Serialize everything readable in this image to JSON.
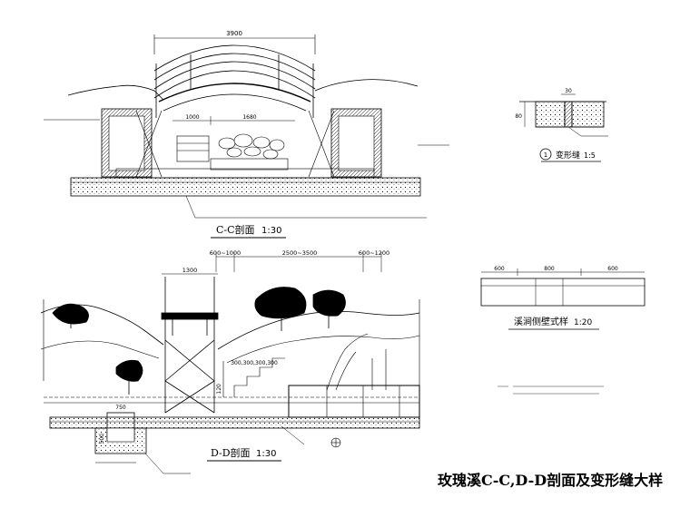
{
  "sheet_title": "玫瑰溪C-C,D-D剖面及变形缝大样",
  "cc": {
    "title": "C-C剖面",
    "scale": "1:30",
    "dim_top": "3900",
    "dim_left": "1000",
    "dim_right": "1680"
  },
  "dd": {
    "title": "D-D剖面",
    "scale": "1:30",
    "dim_a": "600~1000",
    "dim_b": "2500~3500",
    "dim_c": "600~1200",
    "dim_bridge": "1300",
    "dim_steps": "300,300,300,300",
    "dim_step_h": "120",
    "dim_pit_w": "750",
    "dim_pit_d": "500"
  },
  "joint": {
    "title": "变形缝",
    "scale": "1:5",
    "number": "1",
    "dim_w": "30",
    "dim_h": "80"
  },
  "wall": {
    "title": "溪涧侧壁式样",
    "scale": "1:20",
    "dim_1": "600",
    "dim_2": "800",
    "dim_3": "600"
  }
}
